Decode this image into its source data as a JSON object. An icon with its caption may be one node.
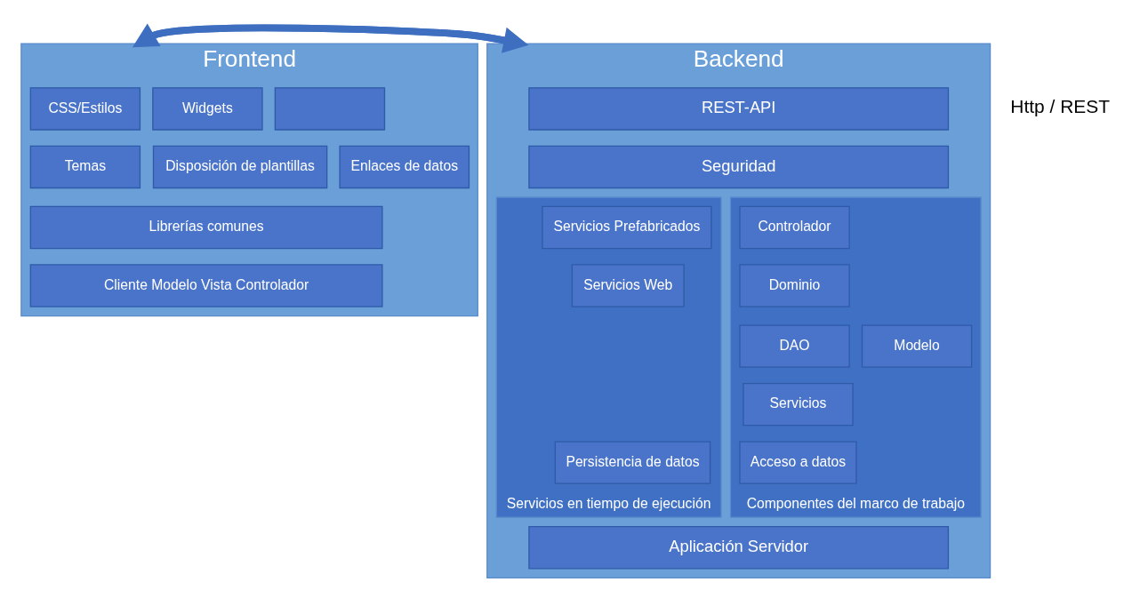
{
  "diagram": {
    "nodes": [
      {
        "text": [
          "Frontend"
        ]
      },
      {
        "text": [
          "CSS/Estilos"
        ],
        "in": 0
      },
      {
        "text": [
          "Widgets"
        ],
        "in": 0
      },
      {
        "text": [],
        "shape": "box",
        "in": 0
      },
      {
        "text": [
          "Temas"
        ],
        "in": 0
      },
      {
        "text": [
          "Disposición de plantillas"
        ],
        "in": 0
      },
      {
        "text": [
          "Enlaces de datos"
        ],
        "in": 0
      },
      {
        "text": [
          "Librerías comunes"
        ],
        "in": 0
      },
      {
        "text": [
          "Cliente Modelo Vista Controlador"
        ],
        "in": 0
      },
      {
        "text": [
          "Backend"
        ]
      },
      {
        "text": [
          "REST-API"
        ],
        "in": 9
      },
      {
        "text": [
          "Seguridad"
        ],
        "in": 9
      },
      {
        "text": [
          "Servicios en tiempo de ejecución"
        ],
        "in": 9
      },
      {
        "text": [
          "Servicios Prefabricados"
        ],
        "in": 12
      },
      {
        "text": [
          "Servicios Web"
        ],
        "in": 12
      },
      {
        "text": [
          "Persistencia de datos"
        ],
        "in": 12
      },
      {
        "text": [
          "Componentes del marco de trabajo"
        ],
        "in": 9
      },
      {
        "text": [
          "Controlador"
        ],
        "in": 16
      },
      {
        "text": [
          "Dominio"
        ],
        "in": 16
      },
      {
        "text": [
          "DAO"
        ],
        "in": 16
      },
      {
        "text": [
          "Modelo"
        ],
        "in": 16
      },
      {
        "text": [
          "Servicios"
        ],
        "in": 16
      },
      {
        "text": [
          "Acceso a datos"
        ],
        "in": 16
      },
      {
        "text": [
          "Aplicación Servidor"
        ],
        "in": 9
      }
    ],
    "edges": [
      {
        "from": 0,
        "to": 9,
        "arrow": "to"
      },
      {
        "from": 9,
        "to": 0,
        "arrow": "to"
      }
    ],
    "labels": [
      "Http / REST"
    ]
  }
}
